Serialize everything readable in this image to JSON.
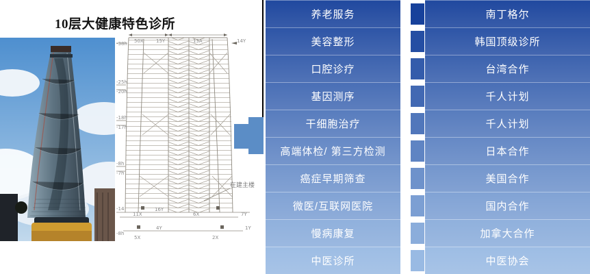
{
  "title": "10层大健康特色诊所",
  "colors": {
    "arrow": "#5B8DC6",
    "divider_line": "#000000",
    "row_text": "#FFFFFF",
    "diagram_line": "#A09A90",
    "diagram_label": "#8A8A8A"
  },
  "left_column": {
    "rows": [
      {
        "label": "养老服务",
        "color": "#17419B"
      },
      {
        "label": "美容整形",
        "color": "#254EA3"
      },
      {
        "label": "口腔诊疗",
        "color": "#345CAB"
      },
      {
        "label": "基因测序",
        "color": "#4269B3"
      },
      {
        "label": "干细胞治疗",
        "color": "#5177BB"
      },
      {
        "label": "高端体检/ 第三方检测",
        "color": "#5F84C3"
      },
      {
        "label": "癌症早期筛查",
        "color": "#6E92CB"
      },
      {
        "label": "微医/互联网医院",
        "color": "#7C9FD3"
      },
      {
        "label": "慢病康复",
        "color": "#8BADDB"
      },
      {
        "label": "中医诊所",
        "color": "#99BAE3"
      }
    ]
  },
  "right_column": {
    "rows": [
      {
        "label": "南丁格尔",
        "color": "#17419B"
      },
      {
        "label": "韩国顶级诊所",
        "color": "#254EA3"
      },
      {
        "label": "台湾合作",
        "color": "#345CAB"
      },
      {
        "label": "千人计划",
        "color": "#4269B3"
      },
      {
        "label": "千人计划",
        "color": "#5177BB"
      },
      {
        "label": "日本合作",
        "color": "#5F84C3"
      },
      {
        "label": "美国合作",
        "color": "#6E92CB"
      },
      {
        "label": "国内合作",
        "color": "#7C9FD3"
      },
      {
        "label": "加拿大合作",
        "color": "#8BADDB"
      },
      {
        "label": "中医协会",
        "color": "#99BAE3"
      }
    ]
  },
  "diagram": {
    "labels": {
      "t0": "-38h",
      "t1": "50X",
      "t2": "15Y",
      "t3": "13A",
      "t4": "14Y",
      "l1": "-25h",
      "l2": "-20h",
      "l3": "-18h",
      "l4": "-17h",
      "l5": "-8h",
      "l6": "-7h",
      "b1": "-14",
      "b2": "11X",
      "b3": "16Y",
      "b4": "6X",
      "b5": "7Y",
      "b6": "-8h",
      "b7": "4Y",
      "b8": "1Y",
      "b9": "5X",
      "b10": "2X",
      "callout": "在建主楼"
    }
  }
}
